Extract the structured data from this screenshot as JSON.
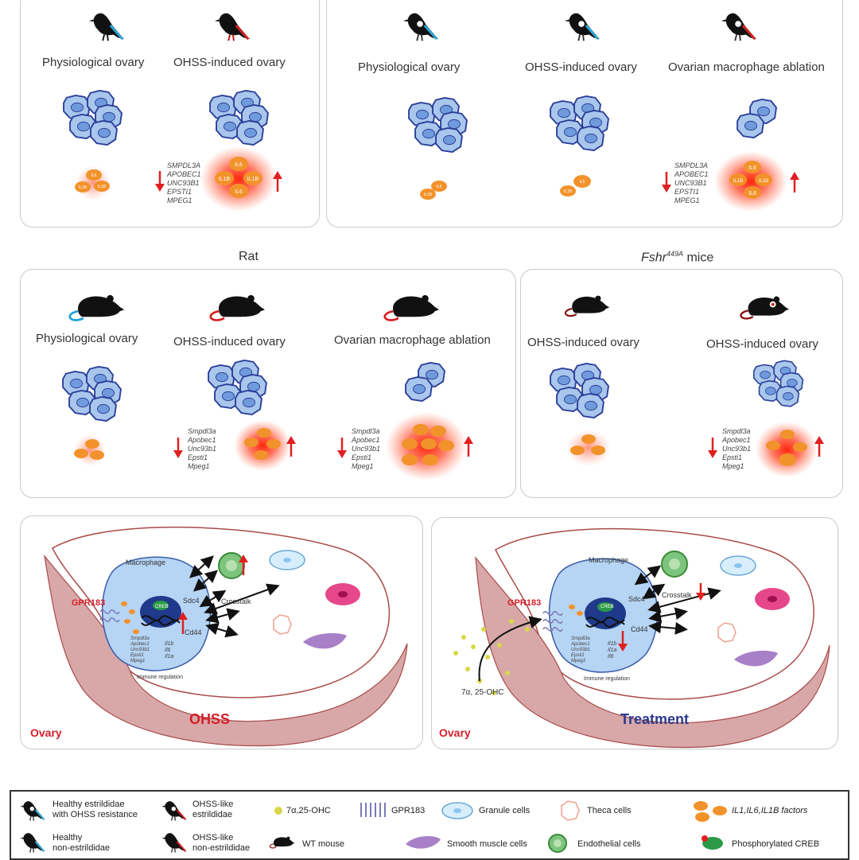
{
  "bird_panel_a": {
    "labels": [
      "Physiological ovary",
      "OHSS-induced ovary"
    ],
    "genes": [
      "SMPDL3A",
      "APOBEC1",
      "UNC93B1",
      "EPSTI1",
      "MPEG1"
    ],
    "factors_left": [
      "IL6",
      "IL1B",
      "IL1B"
    ],
    "factors_right": [
      "IL6",
      "IL1B",
      "IL1B",
      "IL6"
    ]
  },
  "bird_panel_b": {
    "labels": [
      "Physiological ovary",
      "OHSS-induced ovary",
      "Ovarian macrophage ablation"
    ],
    "genes": [
      "SMPDL3A",
      "APOBEC1",
      "UNC93B1",
      "EPSTI1",
      "MPEG1"
    ],
    "factors_1": [
      "IL6",
      "IL1B"
    ],
    "factors_2": [
      "IL6",
      "IL1B"
    ],
    "factors_3": [
      "IL6",
      "IL1B",
      "IL1B",
      "IL6"
    ]
  },
  "sections": {
    "rat": "Rat",
    "mice_gene": "Fshr",
    "mice_sup": "449A",
    "mice_suffix": " mice"
  },
  "rat_panel": {
    "labels": [
      "Physiological ovary",
      "OHSS-induced ovary",
      "Ovarian macrophage ablation"
    ],
    "genes": [
      "Smpdl3a",
      "Apobec1",
      "Unc93b1",
      "Epsti1",
      "Mpeg1"
    ]
  },
  "mice_panel": {
    "labels": [
      "OHSS-induced ovary",
      "OHSS-induced ovary"
    ],
    "genes": [
      "Smpdl3a",
      "Apobec1",
      "Unc93b1",
      "Epsti1",
      "Mpeg1"
    ]
  },
  "ohss_panel": {
    "macrophage": "Macrophage",
    "gpr": "GPR183",
    "sdc4": "Sdc4",
    "cd44": "Cd44",
    "crosstalk": "Crosstalk",
    "creb": "CREB",
    "immune": "Immune regulation",
    "genes": [
      "Smpdl3a",
      "Apobec1",
      "Unc93b1",
      "Epsti1",
      "Mpeg1"
    ],
    "il": [
      "Il1b",
      "Il6",
      "Il1a"
    ],
    "ovary": "Ovary",
    "title": "OHSS"
  },
  "treat_panel": {
    "macrophage": "Macrophage",
    "gpr": "GPR183",
    "sdc4": "Sdc4",
    "cd44": "Cd44",
    "crosstalk": "Crosstalk",
    "creb": "CREB",
    "immune": "Immune regulation",
    "genes": [
      "Smpdl3a",
      "Apobec1",
      "Unc93b1",
      "Epsti1",
      "Mpeg1"
    ],
    "il": [
      "Il1b",
      "Il1a",
      "Il6"
    ],
    "ohc": "7α, 25-OHC",
    "ovary": "Ovary",
    "title": "Treatment"
  },
  "legend": {
    "healthy_resist": "Healthy estrildidae\nwith OHSS resistance",
    "ohss_like_1": "OHSS-like\nestrildidae",
    "ohc": "7α,25-OHC",
    "gpr": "GPR183",
    "granule": "Granule cells",
    "theca": "Theca cells",
    "factors": "IL1,IL6,IL1B factors",
    "healthy_non": "Healthy\nnon-estrildidae",
    "ohss_like_2": "OHSS-like\nnon-estrildidae",
    "wt": "WT mouse",
    "smooth": "Smooth muscle cells",
    "endo": "Endothelial cells",
    "creb": "Phosphorylated CREB"
  },
  "colors": {
    "panel_border": "#c9c9c9",
    "cell_fill": "#a9c6ec",
    "cell_stroke": "#2b3f9a",
    "factor": "#f2922a",
    "arrow_red": "#e02020",
    "ohss_title": "#d4202a",
    "treatment_title": "#2b3a8c"
  }
}
